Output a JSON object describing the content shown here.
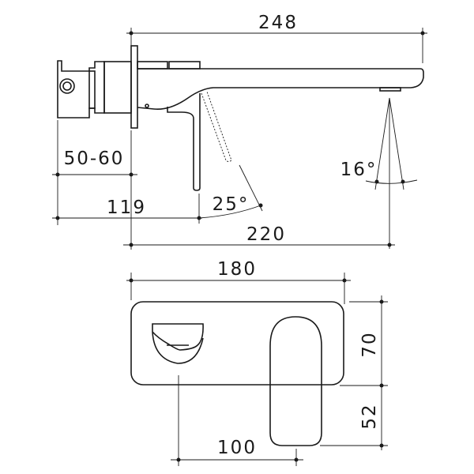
{
  "side_view": {
    "overall_length": "248",
    "wall_depth": "50-60",
    "handle_offset": "119",
    "spout_reach": "220",
    "handle_angle": "25°",
    "spray_angle": "16°"
  },
  "front_view": {
    "plate_width": "180",
    "plate_height": "70",
    "handle_drop": "52",
    "centres": "100"
  },
  "line_color": "#1a1a1a"
}
